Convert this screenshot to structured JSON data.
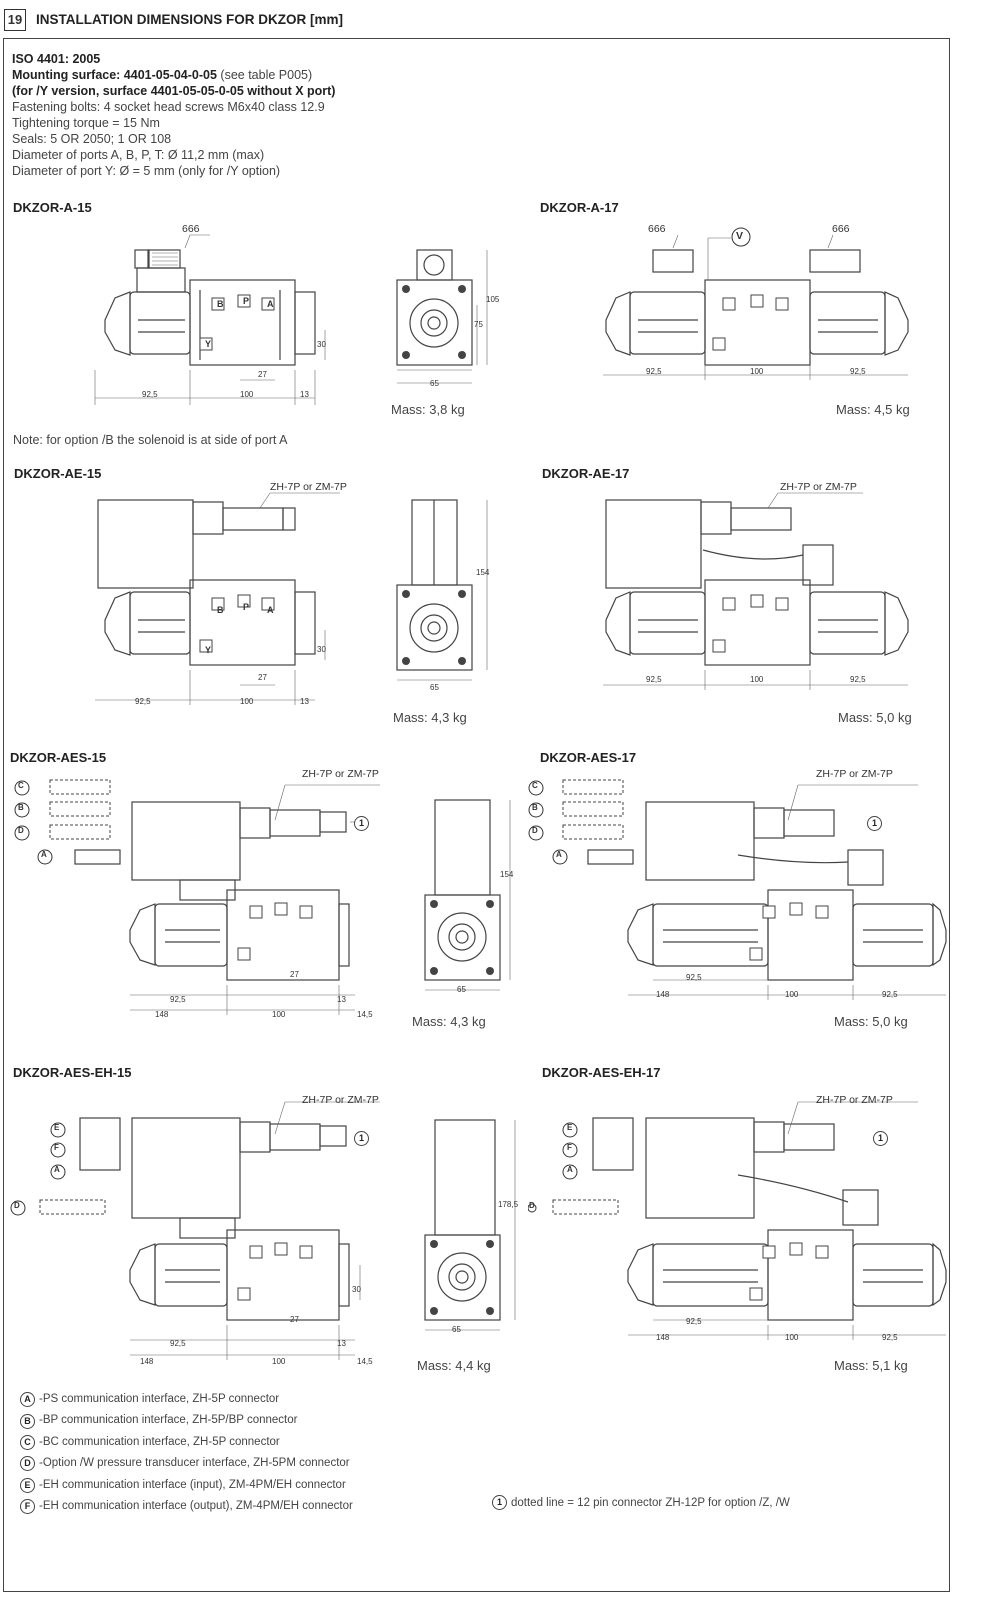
{
  "header": {
    "number": "19",
    "title": "INSTALLATION DIMENSIONS FOR DKZOR  [mm]"
  },
  "spec": {
    "iso": "ISO 4401: 2005",
    "mounting": "Mounting surface: 4401-05-04-0-05",
    "mounting_ref": " (see table P005)",
    "y_version": "(for /Y version, surface 4401-05-05-0-05 without X port)",
    "bolts": "Fastening bolts: 4 socket head screws M6x40 class 12.9",
    "torque": "Tightening torque = 15 Nm",
    "seals": "Seals: 5 OR 2050;   1 OR 108",
    "ports": "Diameter of ports A, B, P, T:   Ø 11,2 mm (max)",
    "port_y": "Diameter of port Y:   Ø = 5 mm (only for /Y option)"
  },
  "note": "Note: for option /B the solenoid is at side of port A",
  "port_labels": {
    "a": "A",
    "b": "B",
    "p": "P",
    "y": "Y"
  },
  "models": {
    "a15": {
      "title": "DKZOR-A-15",
      "mass": "Mass: 3,8 kg",
      "conn": "666",
      "d1": "92,5",
      "d2": "100",
      "d3": "13",
      "d4": "27",
      "d5": "30",
      "d6": "65",
      "d7": "75",
      "d8": "105"
    },
    "a17": {
      "title": "DKZOR-A-17",
      "mass": "Mass: 4,5 kg",
      "conn": "666",
      "conn2": "666",
      "v": "V",
      "d1": "92,5",
      "d2": "100",
      "d3": "92,5"
    },
    "ae15": {
      "title": "DKZOR-AE-15",
      "mass": "Mass: 4,3 kg",
      "conn": "ZH-7P or ZM-7P",
      "d1": "92,5",
      "d2": "100",
      "d3": "13",
      "d4": "27",
      "d5": "30",
      "d6": "65",
      "d7": "154"
    },
    "ae17": {
      "title": "DKZOR-AE-17",
      "mass": "Mass: 5,0 kg",
      "conn": "ZH-7P or ZM-7P",
      "d1": "92,5",
      "d2": "100",
      "d3": "92,5"
    },
    "aes15": {
      "title": "DKZOR-AES-15",
      "mass": "Mass: 4,3 kg",
      "conn": "ZH-7P or ZM-7P",
      "d1": "92,5",
      "d2": "148",
      "d3": "100",
      "d4": "13",
      "d5": "14,5",
      "d6": "27",
      "d7": "65",
      "d8": "154"
    },
    "aes17": {
      "title": "DKZOR-AES-17",
      "mass": "Mass: 5,0 kg",
      "conn": "ZH-7P or ZM-7P",
      "d1": "92,5",
      "d2": "148",
      "d3": "100",
      "d4": "92,5"
    },
    "aeseh15": {
      "title": "DKZOR-AES-EH-15",
      "mass": "Mass: 4,4 kg",
      "conn": "ZH-7P or ZM-7P",
      "d1": "92,5",
      "d2": "148",
      "d3": "100",
      "d4": "13",
      "d5": "14,5",
      "d6": "27",
      "d7": "30",
      "d8": "65",
      "d9": "178,5"
    },
    "aeseh17": {
      "title": "DKZOR-AES-EH-17",
      "mass": "Mass: 5,1 kg",
      "conn": "ZH-7P or ZM-7P",
      "d1": "92,5",
      "d2": "148",
      "d3": "100",
      "d4": "92,5"
    }
  },
  "markers": {
    "a": "A",
    "b": "B",
    "c": "C",
    "d": "D",
    "e": "E",
    "f": "F",
    "one": "1"
  },
  "legend": [
    {
      "mark": "A",
      "text": "-PS communication interface, ZH-5P connector"
    },
    {
      "mark": "B",
      "text": "-BP communication interface, ZH-5P/BP connector"
    },
    {
      "mark": "C",
      "text": "-BC communication interface, ZH-5P connector"
    },
    {
      "mark": "D",
      "text": "-Option /W pressure transducer interface, ZH-5PM connector"
    },
    {
      "mark": "E",
      "text": "-EH communication interface (input), ZM-4PM/EH connector"
    },
    {
      "mark": "F",
      "text": "-EH communication interface (output), ZM-4PM/EH connector"
    }
  ],
  "footnote": {
    "mark": "1",
    "text": "dotted line = 12 pin connector ZH-12P for option /Z, /W"
  }
}
